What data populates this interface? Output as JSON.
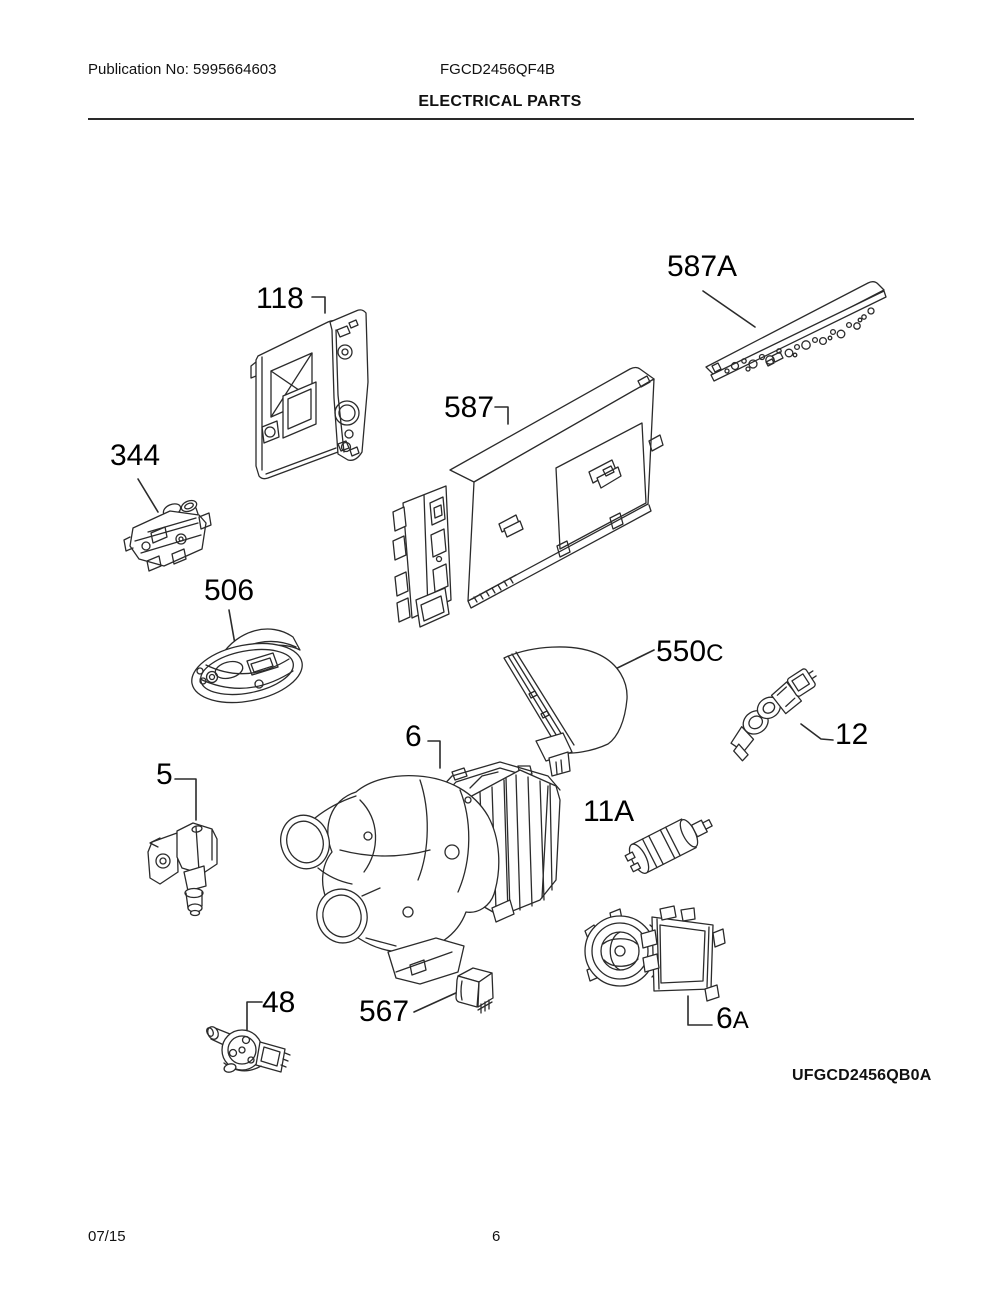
{
  "header": {
    "publication": "Publication No: 5995664603",
    "model": "FGCD2456QF4B",
    "section_title": "ELECTRICAL PARTS"
  },
  "diagram": {
    "watermark": "UFGCD2456QB0A",
    "callouts": [
      {
        "id": "118",
        "label": "118",
        "suffix": ""
      },
      {
        "id": "587A",
        "label": "587A",
        "suffix": ""
      },
      {
        "id": "344",
        "label": "344",
        "suffix": ""
      },
      {
        "id": "506",
        "label": "506",
        "suffix": ""
      },
      {
        "id": "587",
        "label": "587",
        "suffix": ""
      },
      {
        "id": "550C",
        "label": "550",
        "suffix": "C"
      },
      {
        "id": "12",
        "label": "12",
        "suffix": ""
      },
      {
        "id": "5",
        "label": "5",
        "suffix": ""
      },
      {
        "id": "6",
        "label": "6",
        "suffix": ""
      },
      {
        "id": "11A",
        "label": "11A",
        "suffix": ""
      },
      {
        "id": "6A",
        "label": "6",
        "suffix": "A"
      },
      {
        "id": "48",
        "label": "48",
        "suffix": ""
      },
      {
        "id": "567",
        "label": "567",
        "suffix": ""
      }
    ]
  },
  "footer": {
    "date": "07/15",
    "page": "6"
  }
}
